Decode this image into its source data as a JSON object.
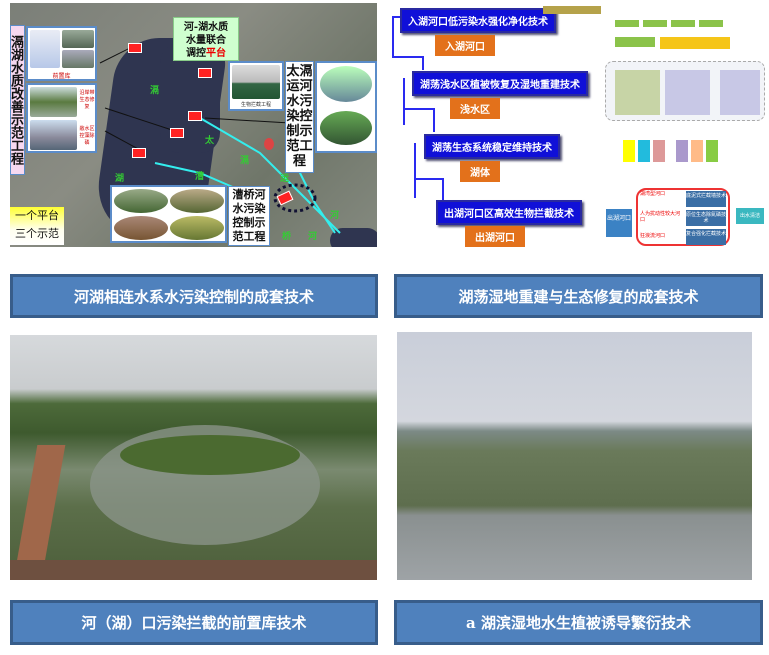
{
  "panel_map": {
    "left_vertical_label": "滆湖水质改善示范工程",
    "platform_label_1": "河-湖水质",
    "platform_label_2": "水量联合",
    "platform_label_3": "调控",
    "platform_label_red": "平台",
    "right_vertical_label": "太滆运河水污染控制示范工程",
    "bottom_vertical_label": "漕桥河水污染控制示范工程",
    "caption_qianzhiku": "前置库",
    "caption_shengtai": "沿岸带生态修复",
    "caption_kongzao": "敞水区控藻除磷",
    "caption_shengwu": "生物拦截工程",
    "legend_line1": "一个平台",
    "legend_line2": "三个示范",
    "lake_chars": [
      "滆",
      "湖",
      "太",
      "滆",
      "运",
      "河",
      "漕",
      "桥",
      "河"
    ]
  },
  "panel_diagram": {
    "steps": [
      {
        "title": "入湖河口低污染水强化净化技术",
        "zone": "入湖河口"
      },
      {
        "title": "湖荡浅水区植被恢复及湿地重建技术",
        "zone": "浅水区"
      },
      {
        "title": "湖荡生态系统稳定维持技术",
        "zone": "湖体"
      },
      {
        "title": "出湖河口区高效生物拦截技术",
        "zone": "出湖河口"
      }
    ],
    "outlet_label": "出湖河口",
    "clean_label": "出水清洁",
    "outlet_techs": [
      "底泥式拦截墙技术",
      "原位生态除氮磷技术",
      "复合强化拦截技术"
    ],
    "outlet_types": [
      "湖湾型河口",
      "人为扰动性较大河口",
      "狂浪流河口"
    ]
  },
  "titles": {
    "top_left": "河湖相连水系水污染控制的成套技术",
    "top_right": "湖荡湿地重建与生态修复的成套技术",
    "bottom_left": "河（湖）口污染拦截的前置库技术",
    "bottom_right": "a 湖滨湿地水生植被诱导繁衍技术"
  }
}
